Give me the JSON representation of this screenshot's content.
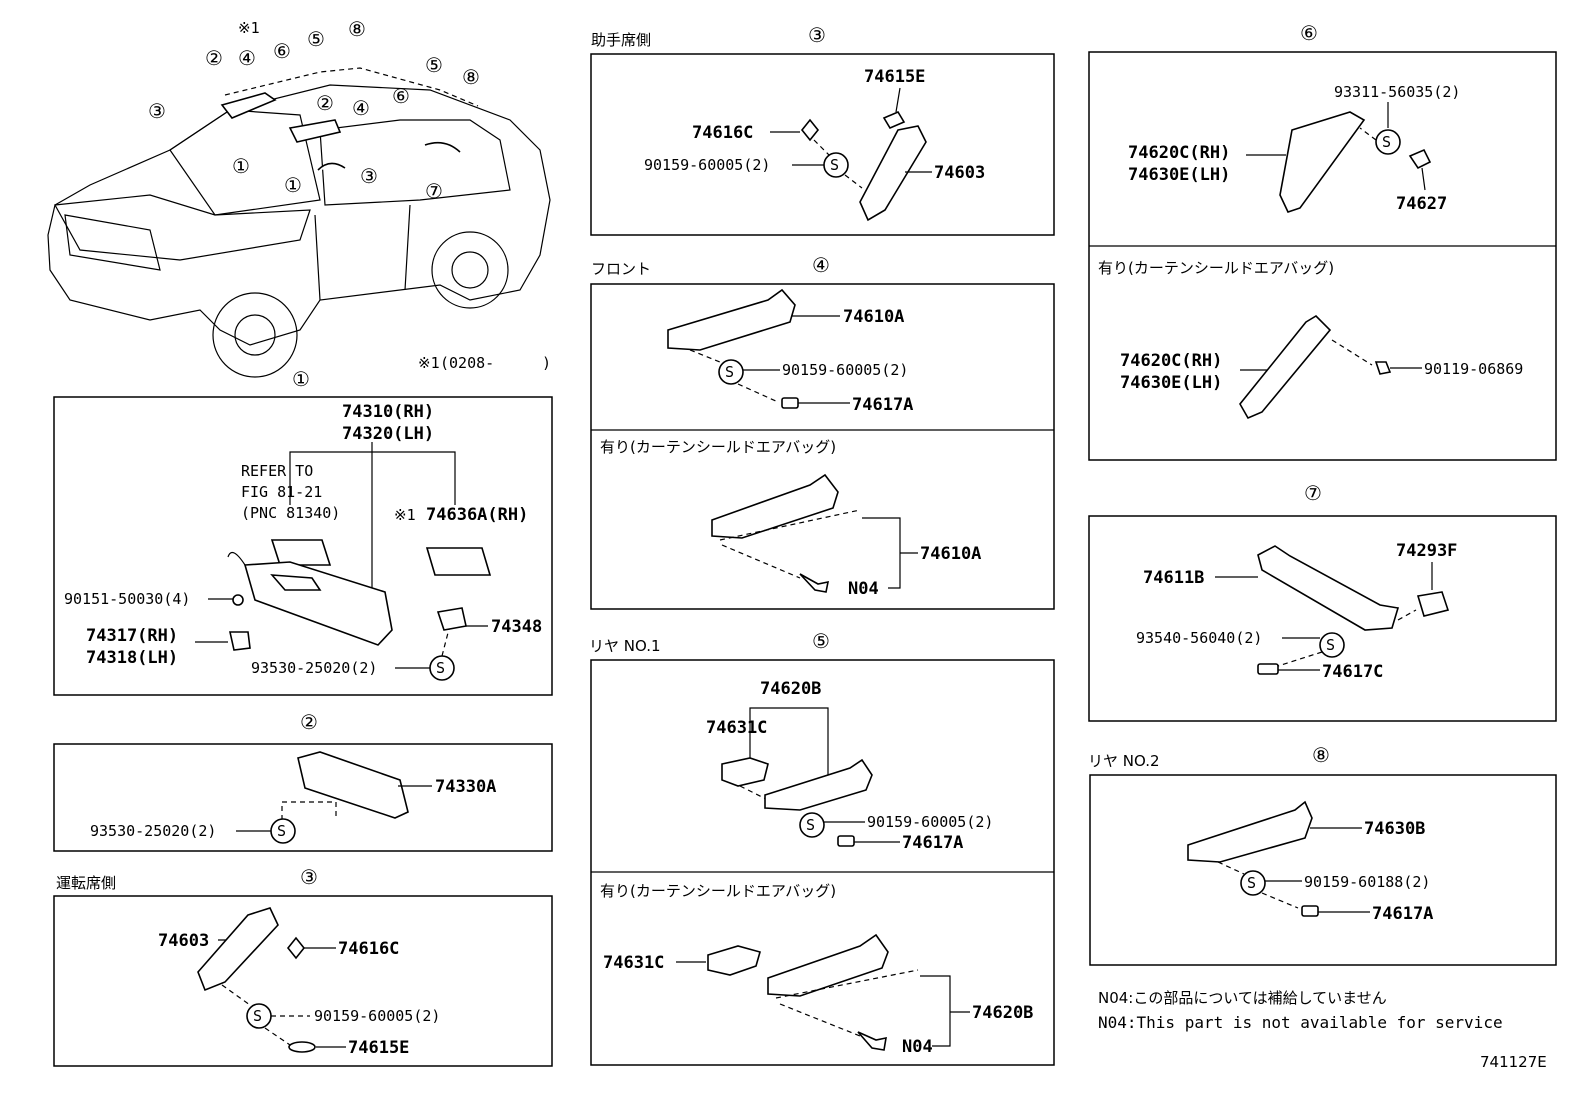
{
  "diagram_id": "741127E",
  "general": {
    "ref_note_label": "※1",
    "ref_note_value": "(0208-",
    "ref_note_paren": ")",
    "n04_note_jp": "N04:この部品については補給していません",
    "n04_note_en": "N04:This part is not available for service"
  },
  "car_callouts": [
    "①",
    "②",
    "③",
    "④",
    "⑤",
    "⑥",
    "⑦",
    "⑧"
  ],
  "section1": {
    "num": "①",
    "p1": "74310(RH)",
    "p2": "74320(LH)",
    "refer1": "REFER TO",
    "refer2": "FIG 81-21",
    "refer3": "(PNC 81340)",
    "star": "※1",
    "p3": "74636A(RH)",
    "p4": "90151-50030(4)",
    "p5": "74317(RH)",
    "p6": "74318(LH)",
    "p7": "93530-25020(2)",
    "p8": "74348"
  },
  "section2": {
    "num": "②",
    "p1": "74330A",
    "p2": "93530-25020(2)"
  },
  "section3d": {
    "label": "運転席側",
    "num": "③",
    "p1": "74603",
    "p2": "74616C",
    "p3": "90159-60005(2)",
    "p4": "74615E"
  },
  "section3p": {
    "label": "助手席側",
    "num": "③",
    "p1": "74615E",
    "p2": "74616C",
    "p3": "90159-60005(2)",
    "p4": "74603"
  },
  "section4": {
    "label": "フロント",
    "num": "④",
    "p1": "74610A",
    "p2": "90159-60005(2)",
    "p3": "74617A",
    "sub": "有り(カーテンシールドエアバッグ)",
    "p4": "74610A",
    "p5": "N04"
  },
  "section5": {
    "label": "リヤ NO.1",
    "num": "⑤",
    "p1": "74620B",
    "p2": "74631C",
    "p3": "90159-60005(2)",
    "p4": "74617A",
    "sub": "有り(カーテンシールドエアバッグ)",
    "p5": "74631C",
    "p6": "74620B",
    "p7": "N04"
  },
  "section6": {
    "num": "⑥",
    "p1": "93311-56035(2)",
    "p2": "74620C(RH)",
    "p3": "74630E(LH)",
    "p4": "74627",
    "sub": "有り(カーテンシールドエアバッグ)",
    "p5": "74620C(RH)",
    "p6": "74630E(LH)",
    "p7": "90119-06869"
  },
  "section7": {
    "num": "⑦",
    "p1": "74293F",
    "p2": "74611B",
    "p3": "93540-56040(2)",
    "p4": "74617C"
  },
  "section8": {
    "label": "リヤ NO.2",
    "num": "⑧",
    "p1": "74630B",
    "p2": "90159-60188(2)",
    "p3": "74617A"
  },
  "screw_symbol": "S"
}
